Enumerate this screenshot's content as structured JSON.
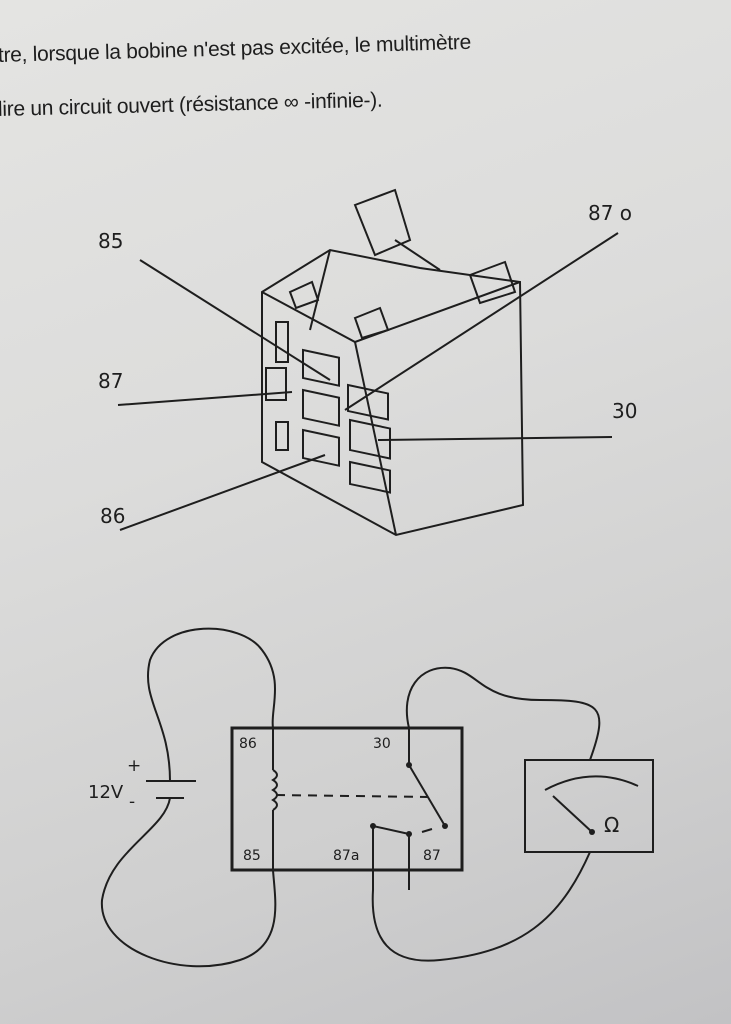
{
  "text": {
    "line1": "tre, lorsque la bobine n'est pas excitée, le multimètre",
    "line2": "lire un circuit ouvert (résistance ∞ -infinie-)."
  },
  "relay_figure": {
    "labels": {
      "pin85": "85",
      "pin87o": "87 o",
      "pin87": "87",
      "pin30": "30",
      "pin86": "86"
    }
  },
  "circuit_figure": {
    "battery_voltage": "12V",
    "plus": "+",
    "minus": "-",
    "pins": {
      "p86": "86",
      "p30": "30",
      "p85": "85",
      "p87a": "87a",
      "p87": "87"
    },
    "meter_symbol": "Ω"
  }
}
